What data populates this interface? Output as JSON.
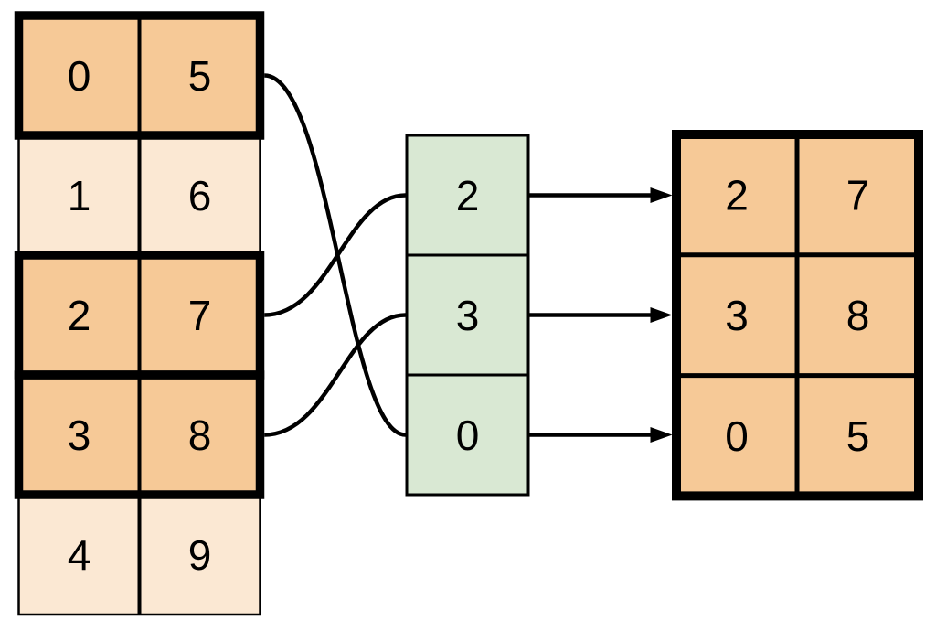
{
  "figure": {
    "title": "row-gather-indexing-diagram",
    "colors": {
      "highlight_fill": "#F6C997",
      "muted_fill": "#FBE8D3",
      "index_fill": "#D9E8D3",
      "line": "#000000",
      "background": "#FFFFFF"
    },
    "source_table": {
      "rows": [
        {
          "cells": [
            "0",
            "5"
          ],
          "highlighted": true
        },
        {
          "cells": [
            "1",
            "6"
          ],
          "highlighted": false
        },
        {
          "cells": [
            "2",
            "7"
          ],
          "highlighted": true
        },
        {
          "cells": [
            "3",
            "8"
          ],
          "highlighted": true
        },
        {
          "cells": [
            "4",
            "9"
          ],
          "highlighted": false
        }
      ]
    },
    "index_column": {
      "values": [
        "2",
        "3",
        "0"
      ]
    },
    "result_table": {
      "rows": [
        {
          "cells": [
            "2",
            "7"
          ]
        },
        {
          "cells": [
            "3",
            "8"
          ]
        },
        {
          "cells": [
            "0",
            "5"
          ]
        }
      ]
    },
    "connections": {
      "curves": [
        {
          "from_source_row": 0,
          "to_index_cell": 2
        },
        {
          "from_source_row": 2,
          "to_index_cell": 0
        },
        {
          "from_source_row": 3,
          "to_index_cell": 1
        }
      ],
      "arrows": [
        {
          "from_index_cell": 0,
          "to_result_row": 0
        },
        {
          "from_index_cell": 1,
          "to_result_row": 1
        },
        {
          "from_index_cell": 2,
          "to_result_row": 2
        }
      ]
    }
  }
}
